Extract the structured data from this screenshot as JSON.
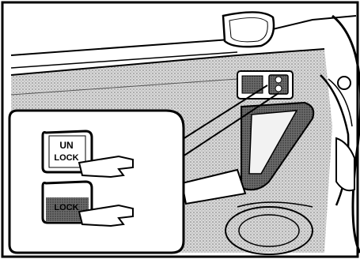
{
  "figure": {
    "inset": {
      "unlock_label_line1": "UN",
      "unlock_label_line2": "LOCK",
      "lock_label": "LOCK"
    }
  }
}
